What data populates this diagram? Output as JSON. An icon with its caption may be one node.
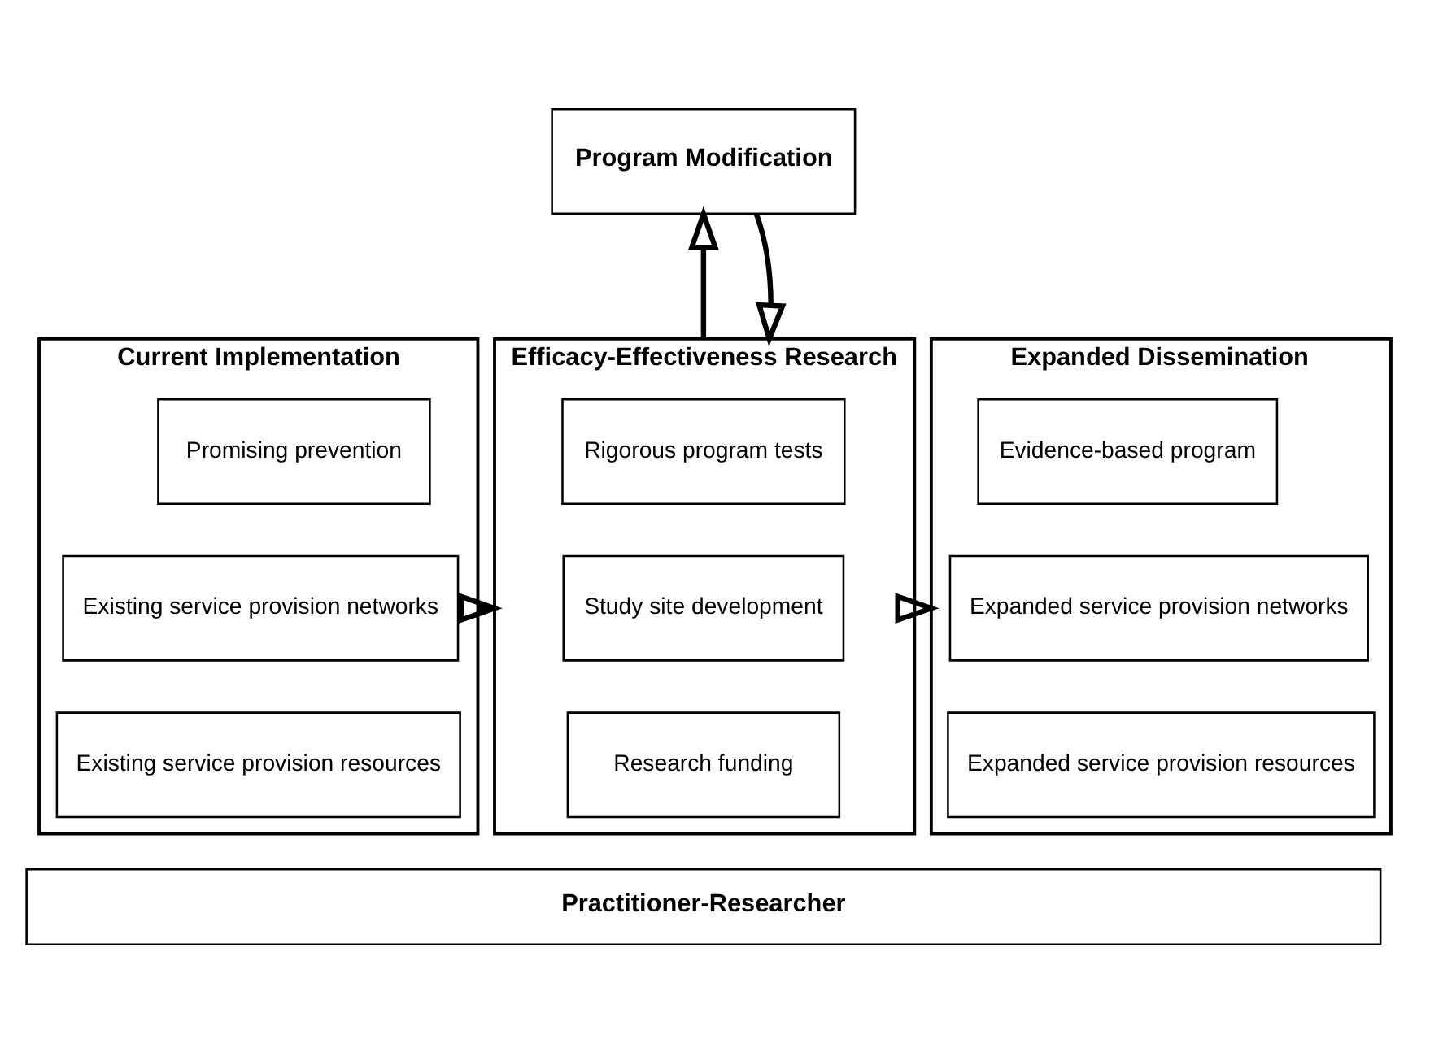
{
  "diagram": {
    "nodes": [
      {
        "text": [
          "Program Modification"
        ]
      },
      {
        "text": [
          "Current Implementation"
        ]
      },
      {
        "text": [
          "Promising prevention"
        ],
        "in": 1
      },
      {
        "text": [
          "Existing service provision networks"
        ],
        "in": 1
      },
      {
        "text": [
          "Existing service provision resources"
        ],
        "in": 1
      },
      {
        "text": [
          "Efficacy-Effectiveness Research"
        ]
      },
      {
        "text": [
          "Rigorous program tests"
        ],
        "in": 5
      },
      {
        "text": [
          "Study site development"
        ],
        "in": 5
      },
      {
        "text": [
          "Research funding"
        ],
        "in": 5
      },
      {
        "text": [
          "Expanded Dissemination"
        ]
      },
      {
        "text": [
          "Evidence-based program"
        ],
        "in": 9
      },
      {
        "text": [
          "Expanded service provision networks"
        ],
        "in": 9
      },
      {
        "text": [
          "Expanded service provision resources"
        ],
        "in": 9
      },
      {
        "text": [
          "Practitioner-Researcher"
        ]
      }
    ],
    "edges": [
      {
        "from": 5,
        "to": 0,
        "arrow": "to"
      },
      {
        "from": 0,
        "to": 5,
        "arrow": "to"
      },
      {
        "from": 1,
        "to": 5,
        "arrow": "to"
      },
      {
        "from": 5,
        "to": 9,
        "arrow": "to"
      }
    ]
  }
}
